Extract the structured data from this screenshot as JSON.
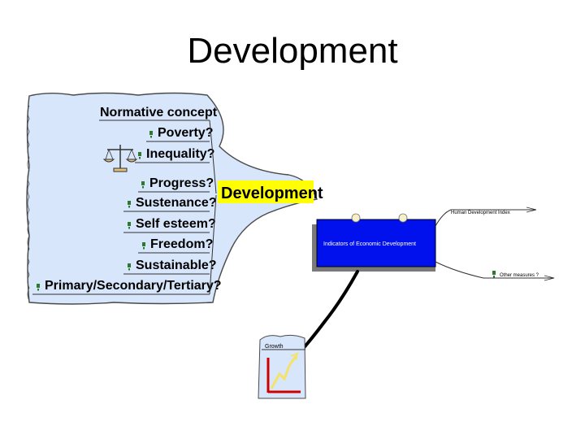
{
  "slide": {
    "title": "Development"
  },
  "central": {
    "label": "Development"
  },
  "left_cloud": {
    "header": "Normative concept",
    "items": [
      {
        "label": "Poverty?"
      },
      {
        "label": "Inequality?"
      },
      {
        "label": "Progress?"
      },
      {
        "label": "Sustenance?"
      },
      {
        "label": "Self esteem?"
      },
      {
        "label": "Freedom?"
      },
      {
        "label": "Sustainable?"
      },
      {
        "label": "Primary/Secondary/Tertiary?"
      }
    ]
  },
  "indicators": {
    "label": "Indicators of Economic Development"
  },
  "right_branches": {
    "hdi": "Human Development Index",
    "other": "Other measures ?"
  },
  "growth": {
    "label": "Growth"
  },
  "colors": {
    "cloud_fill": "#d8e6fb",
    "central_highlight": "#ffff00",
    "indicators_box": "#0011ee",
    "marker": "#2d7a2d"
  },
  "icons": [
    "scales-icon",
    "info-marker-icon",
    "growth-chart-icon"
  ]
}
